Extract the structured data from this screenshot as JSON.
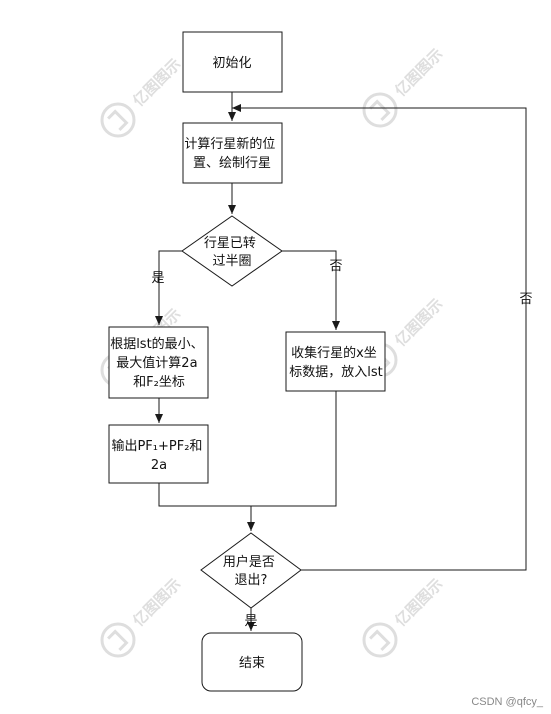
{
  "nodes": {
    "init": [
      "初始化"
    ],
    "compute": [
      "计算行星新的位",
      "置、绘制行星"
    ],
    "decision_half": [
      "行星已转",
      "过半圈"
    ],
    "compute_ellipse": [
      "根据lst的最小、",
      "最大值计算2a",
      "和F₂坐标"
    ],
    "collect": [
      "收集行星的x坐",
      "标数据，放入lst"
    ],
    "output": [
      "输出PF₁+PF₂和",
      "2a"
    ],
    "decision_exit": [
      "用户是否",
      "退出?"
    ],
    "end": [
      "结束"
    ]
  },
  "edges": {
    "half_yes": "是",
    "half_no": "否",
    "exit_yes": "是",
    "exit_no": "否"
  },
  "watermark": {
    "text": "亿图图示"
  },
  "credit": "CSDN @qfcy_",
  "colors": {
    "stroke": "#1a1a1a",
    "watermark": "#d9d9d9"
  }
}
